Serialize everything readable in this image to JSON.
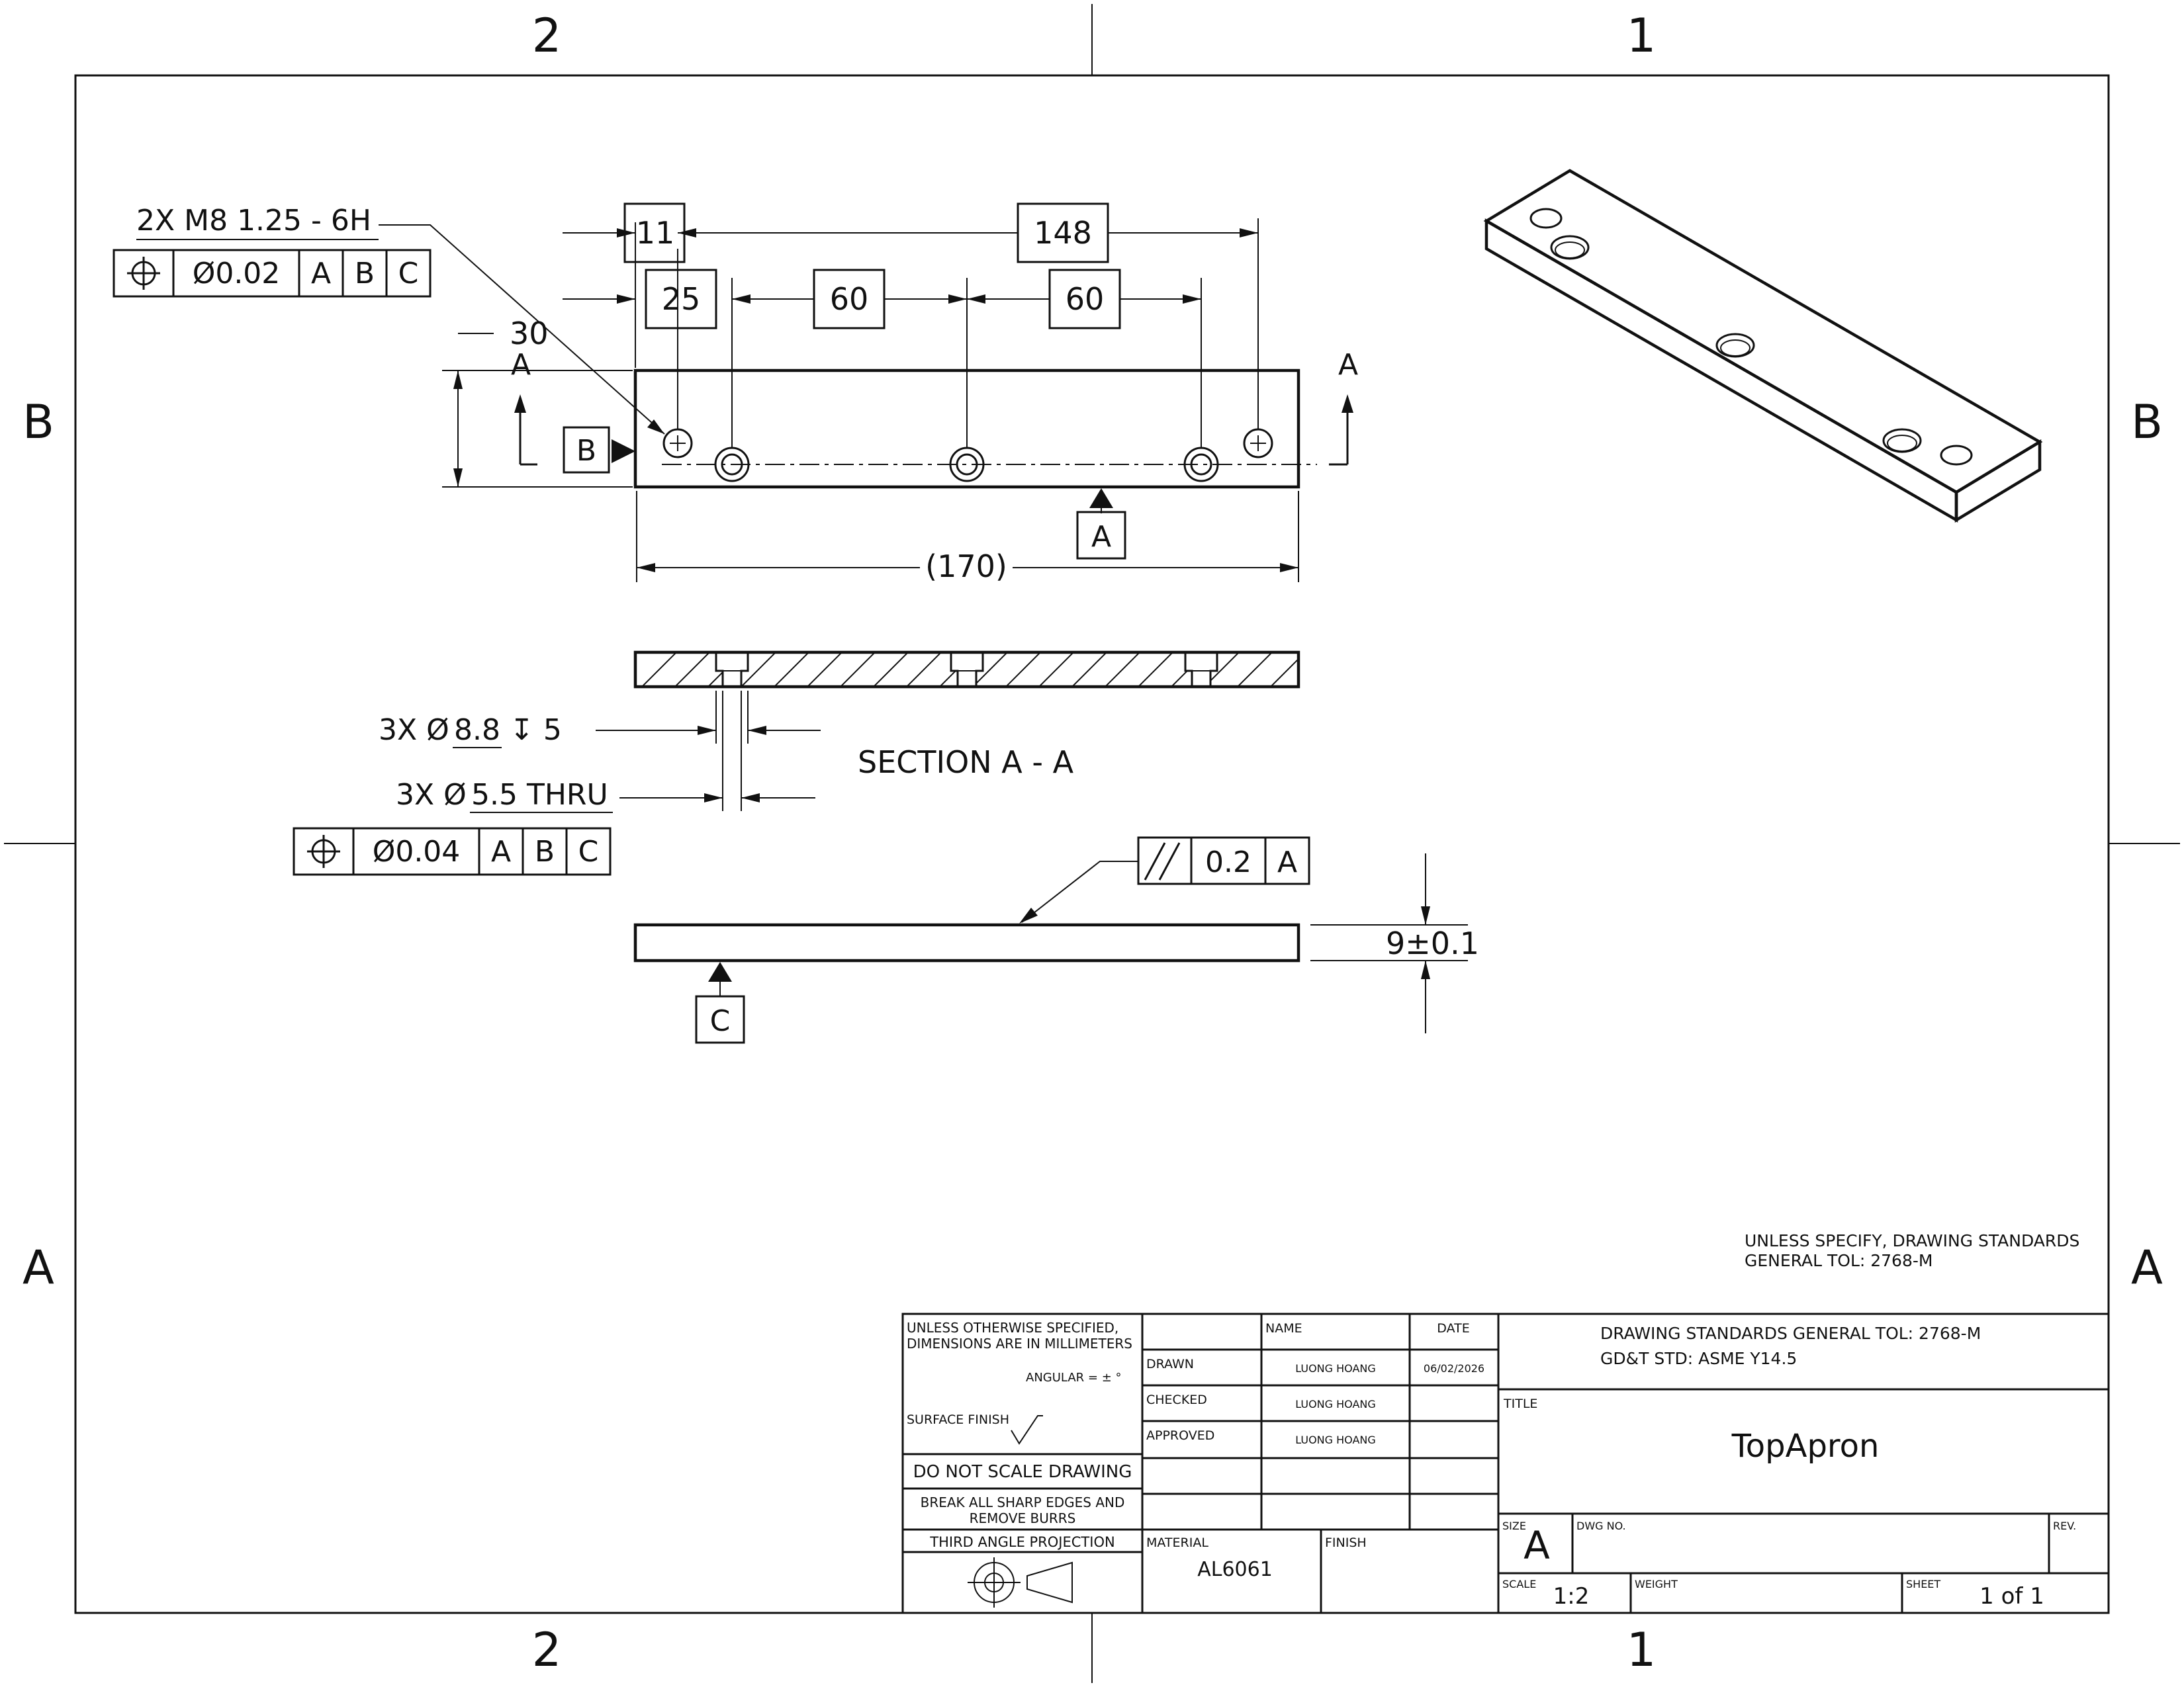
{
  "zones": {
    "col_left": "2",
    "col_right": "1",
    "row_upper": "B",
    "row_lower": "A"
  },
  "top_view": {
    "thread_callout": "2X M8 1.25 - 6H",
    "thread_fcf": {
      "tolerance": "Ø0.02",
      "datum1": "A",
      "datum2": "B",
      "datum3": "C"
    },
    "dim_11": "11",
    "dim_148": "148",
    "dim_25": "25",
    "dim_60a": "60",
    "dim_60b": "60",
    "dim_30": "30",
    "dim_170": "(170)",
    "section_marker": "A",
    "datum_a": "A",
    "datum_b": "B"
  },
  "section_view": {
    "cbore_prefix": "3X Ø",
    "cbore_dia": "8.8",
    "cbore_depth": "↧ 5",
    "hole_prefix": "3X Ø",
    "hole_dia": "5.5 THRU",
    "hole_fcf": {
      "tolerance": "Ø0.04",
      "datum1": "A",
      "datum2": "B",
      "datum3": "C"
    },
    "label": "SECTION A - A"
  },
  "side_view": {
    "parallel_tol": "0.2",
    "parallel_datum": "A",
    "thickness": "9±0.1",
    "datum_c": "C"
  },
  "notes": {
    "line1": "UNLESS SPECIFY, DRAWING STANDARDS",
    "line2": "GENERAL TOL: 2768-M"
  },
  "title_block": {
    "unless_line1": "UNLESS OTHERWISE SPECIFIED,",
    "unless_line2": "DIMENSIONS ARE IN MILLIMETERS",
    "angular": "ANGULAR = ± °",
    "surface_finish": "SURFACE FINISH",
    "do_not_scale": "DO NOT SCALE DRAWING",
    "break_edges_1": "BREAK ALL SHARP EDGES AND",
    "break_edges_2": "REMOVE BURRS",
    "projection": "THIRD ANGLE PROJECTION",
    "col_name": "NAME",
    "col_date": "DATE",
    "drawn_label": "DRAWN",
    "drawn_name": "LUONG HOANG",
    "drawn_date": "06/02/2026",
    "checked_label": "CHECKED",
    "checked_name": "LUONG HOANG",
    "approved_label": "APPROVED",
    "approved_name": "LUONG HOANG",
    "material_label": "MATERIAL",
    "material": "AL6061",
    "finish_label": "FINISH",
    "standards_1": "DRAWING STANDARDS GENERAL TOL: 2768-M",
    "standards_2": "GD&T STD: ASME Y14.5",
    "title_label": "TITLE",
    "title": "TopApron",
    "size_label": "SIZE",
    "size": "A",
    "dwg_no_label": "DWG NO.",
    "rev_label": "REV.",
    "scale_label": "SCALE",
    "scale": "1:2",
    "weight_label": "WEIGHT",
    "sheet_label": "SHEET",
    "sheet": "1 of 1"
  }
}
